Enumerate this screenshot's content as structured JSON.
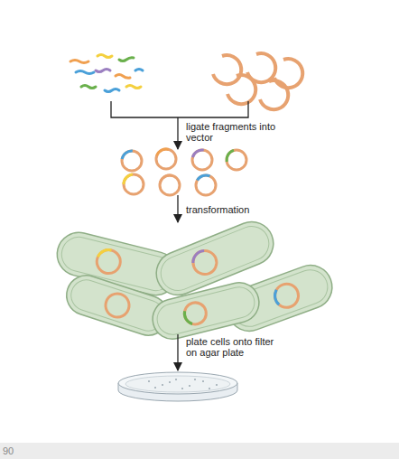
{
  "diagram": {
    "labels": [
      "ligate fragments into vector",
      "transformation",
      "plate cells onto filter on agar plate",
      "90"
    ]
  }
}
